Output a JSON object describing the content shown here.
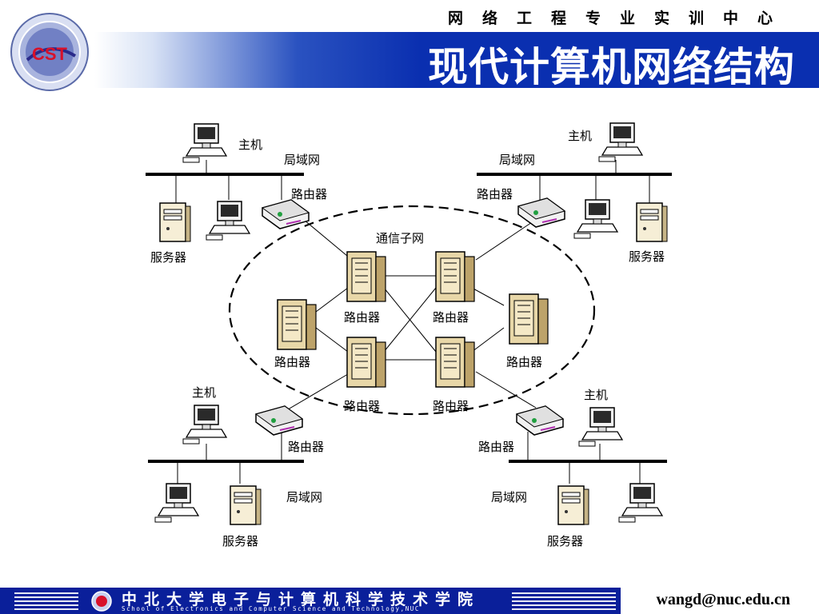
{
  "header": {
    "center_name": "网络工程专业实训中心",
    "title": "现代计算机网络结构",
    "logo_letters": "CST"
  },
  "diagram": {
    "subnet_label": "通信子网",
    "labels": {
      "host": "主机",
      "lan": "局域网",
      "router": "路由器",
      "server": "服务器"
    }
  },
  "footer": {
    "school_name": "中北大学电子与计算机科学技术学院",
    "school_english": "School of Electronics and Computer Science and Technology,NUC",
    "email": "wangd@nuc.edu.cn"
  },
  "colors": {
    "title_bar": "#0a2fb0",
    "footer_bar": "#0a1f9a",
    "router_body": "#e8d7a8"
  }
}
